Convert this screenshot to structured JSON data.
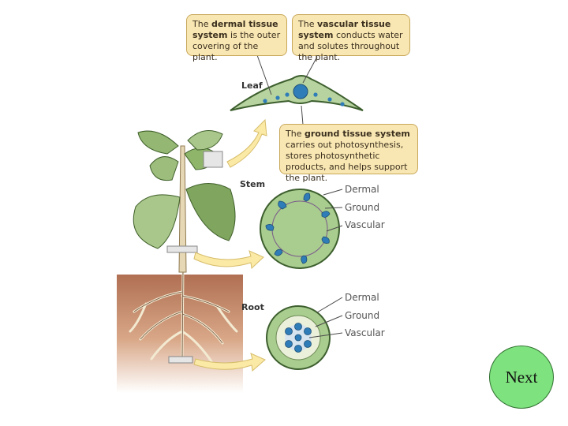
{
  "callouts": {
    "dermal": {
      "pre": "The ",
      "bold": "dermal tissue system",
      "post": " is the outer covering of the plant."
    },
    "vascular": {
      "pre": "The ",
      "bold": "vascular tissue system",
      "post": " conducts water and solutes throughout the plant."
    },
    "ground": {
      "pre": "The ",
      "bold": "ground tissue system",
      "post": " carries out photosynthesis, stores photosynthetic products, and helps support the plant."
    }
  },
  "labels": {
    "leaf": "Leaf",
    "stem": "Stem",
    "root": "Root",
    "stem_dermal": "Dermal",
    "stem_ground": "Ground",
    "stem_vascular": "Vascular",
    "root_dermal": "Dermal",
    "root_ground": "Ground",
    "root_vascular": "Vascular"
  },
  "next_button": {
    "label": "Next"
  },
  "colors": {
    "callout_bg": "#f9e7b3",
    "leaf_green": "#8fb56a",
    "tissue_green": "#9cc48a",
    "vascular_blue": "#2f7db8",
    "soil": "#b4765a",
    "next_green": "#7ee27e"
  }
}
